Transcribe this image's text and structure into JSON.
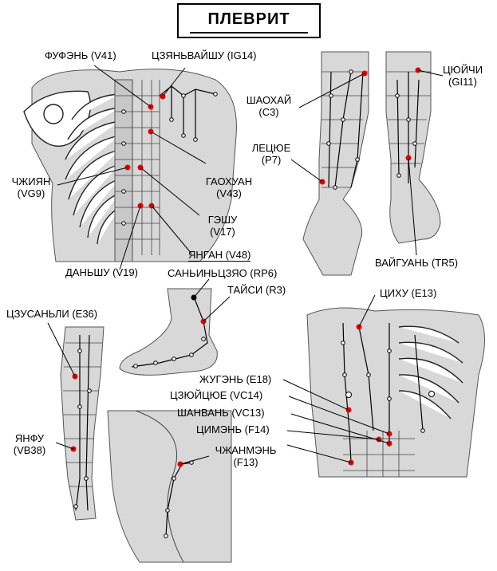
{
  "title": "ПЛЕВРИТ",
  "labels": {
    "fufen": "ФУФЭНЬ (V41)",
    "czyanvaishu": "ЦЗЯНЬВАЙШУ (IG14)",
    "shaohai": "ШАОХАЙ",
    "shaohai_code": "(С3)",
    "cyuichi": "ЦЮЙЧИ",
    "cyuichi_code": "(GI11)",
    "leceue": "ЛЕЦЮЕ",
    "leceue_code": "(P7)",
    "chzhiyan": "ЧЖИЯН",
    "chzhiyan_code": "(VG9)",
    "gaohuan": "ГАОХУАН",
    "gaohuan_code": "(V43)",
    "geshu": "ГЭШУ",
    "geshu_code": "(V17)",
    "yangan": "ЯНГАН (V48)",
    "danshu": "ДАНЬШУ (V19)",
    "vaiguan": "ВАЙГУАНЬ (TR5)",
    "sanyinczyao": "САНЬИНЬЦЗЯО (RP6)",
    "taisi": "ТАЙСИ (R3)",
    "cihu": "ЦИХУ (Е13)",
    "czusanli": "ЦЗУСАНЬЛИ (Е36)",
    "zhugen": "ЖУГЭНЬ (Е18)",
    "czyuiceue": "ЦЗЮЙЦЮЕ (VC14)",
    "shanvan": "ШАНВАНЬ (VC13)",
    "cimen": "ЦИМЭНЬ (F14)",
    "yanfu": "ЯНФУ",
    "yanfu_code": "(VB38)",
    "chzhanmen": "ЧЖАНМЭНЬ",
    "chzhanmen_code": "(F13)"
  },
  "colors": {
    "active_point": "#e00000",
    "inactive_point": "#ffffff",
    "skin": "#d8d8d8",
    "outline": "#000000"
  }
}
